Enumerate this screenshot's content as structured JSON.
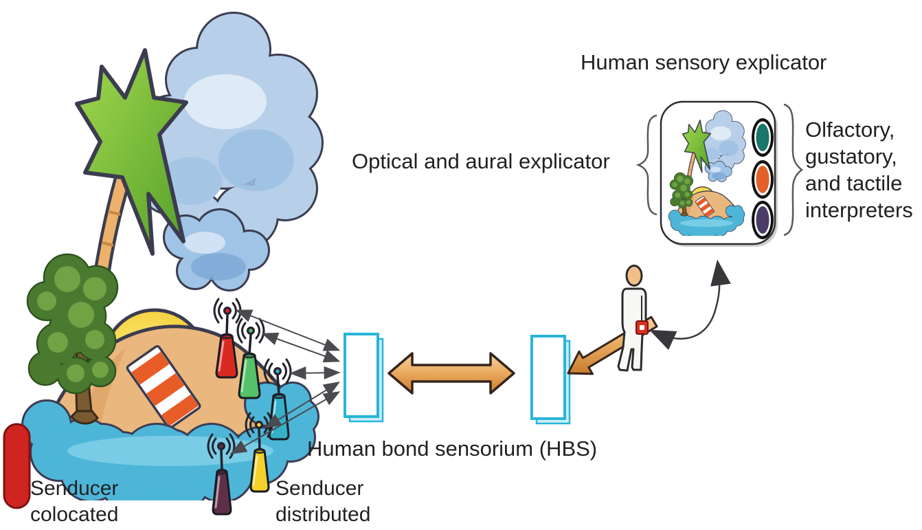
{
  "figure": {
    "title": "Human sensory explicator",
    "optical_aural_label": "Optical and aural explicator",
    "interpreters_label": "Olfactory,\ngustatory,\nand tactile\ninterpreters",
    "hbs_label": "Human bond sensorium (HBS)",
    "senducer_colocated_label": "Senducer\ncolocated",
    "senducer_distributed_label": "Senducer\ndistributed"
  },
  "colors": {
    "antenna_red": "#d92a20",
    "antenna_green": "#55c168",
    "antenna_cyan": "#35b0c8",
    "antenna_yellow": "#f3d22c",
    "antenna_purple": "#5e3048",
    "senducer_capsule_red": "#cf2420",
    "hbs_box_border": "#29b5d9",
    "link_arrow_orange": "#e8a95e",
    "interpreter_teal": "#1a756b",
    "interpreter_orange": "#e55f28",
    "interpreter_purple": "#4a3b68",
    "wearable_device_red": "#d83020"
  }
}
